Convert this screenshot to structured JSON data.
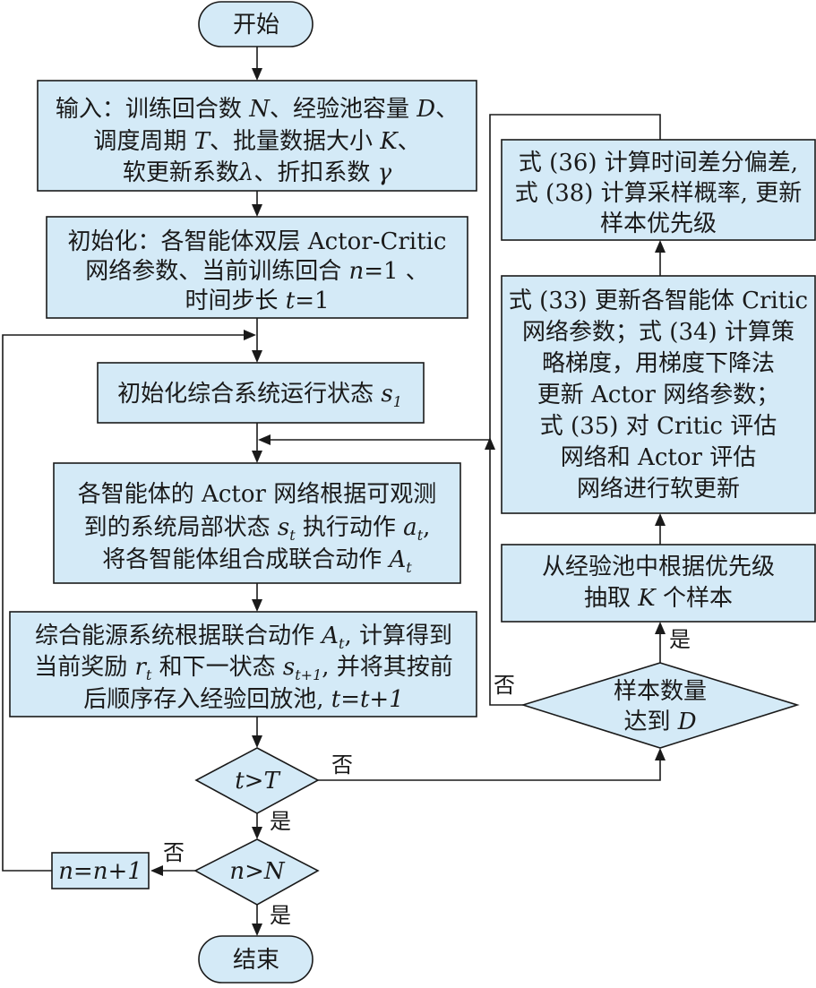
{
  "start": "开始",
  "end": "结束",
  "input": {
    "prefix": "输入：训练回合数 ",
    "N": "N",
    "mid1": "、经验池容量 ",
    "D": "D",
    "tail1": "、",
    "l2a": "调度周期 ",
    "T": "T",
    "l2b": "、批量数据大小 ",
    "K": "K",
    "l2c": "、",
    "l3a": "软更新系数",
    "lambda": "λ",
    "l3b": "、折扣系数 ",
    "gamma": "γ"
  },
  "init": {
    "l1": "初始化：各智能体双层 Actor-Critic",
    "l2a": "网络参数、当前训练回合 ",
    "n": "n",
    "l2b": "=1 、",
    "l3a": "时间步长 ",
    "t": "t",
    "l3b": "=1"
  },
  "state_init": {
    "text": "初始化综合系统运行状态 ",
    "s": "s",
    "sub": "1"
  },
  "actor": {
    "l1": "各智能体的 Actor 网络根据可观测",
    "l2a": "到的系统局部状态 ",
    "s": "s",
    "sub_t": "t",
    "l2b": " 执行动作 ",
    "a": "a",
    "l2c": ",",
    "l3a": "将各智能体组合成联合动作 ",
    "A": "A"
  },
  "reward": {
    "l1a": "综合能源系统根据联合动作 ",
    "A": "A",
    "sub_t": "t",
    "l1b": ", 计算得到",
    "l2a": "当前奖励 ",
    "r": "r",
    "l2b": " 和下一状态 ",
    "s": "s",
    "sub_t1": "t+1",
    "l2c": ", 并将其按前",
    "l3a": "后顺序存入经验回放池, ",
    "l3b": "t=t+1"
  },
  "cond_t": {
    "a": "t",
    "op": ">",
    "b": "T"
  },
  "cond_n": {
    "a": "n",
    "op": ">",
    "b": "N"
  },
  "incr": "n=n+1",
  "sample_cond": {
    "l1": "样本数量",
    "l2a": "达到 ",
    "D": "D"
  },
  "sample": {
    "l1": "从经验池中根据优先级",
    "l2a": "抽取 ",
    "K": "K",
    "l2b": " 个样本"
  },
  "update": {
    "l1": "式 (33) 更新各智能体 Critic",
    "l2": "网络参数；式 (34) 计算策",
    "l3": "略梯度，用梯度下降法",
    "l4": "更新 Actor 网络参数；",
    "l5": "式 (35) 对 Critic 评估",
    "l6": "网络和 Actor 评估",
    "l7": "网络进行软更新"
  },
  "priority": {
    "l1": "式 (36) 计算时间差分偏差,",
    "l2": "式 (38) 计算采样概率, 更新",
    "l3": "样本优先级"
  },
  "labels": {
    "yes": "是",
    "no": "否"
  }
}
